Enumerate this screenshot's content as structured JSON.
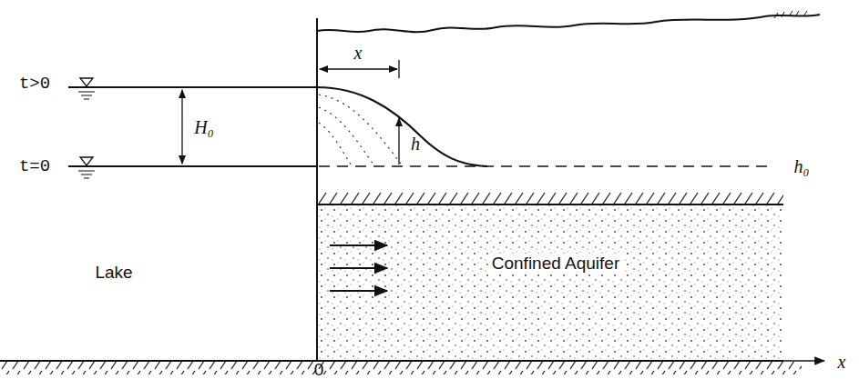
{
  "diagram": {
    "labels": [
      "t>0",
      "t=0",
      "H₀",
      "x",
      "h",
      "h₀",
      "Lake",
      "Confined Aquifer",
      "0",
      "x"
    ]
  }
}
